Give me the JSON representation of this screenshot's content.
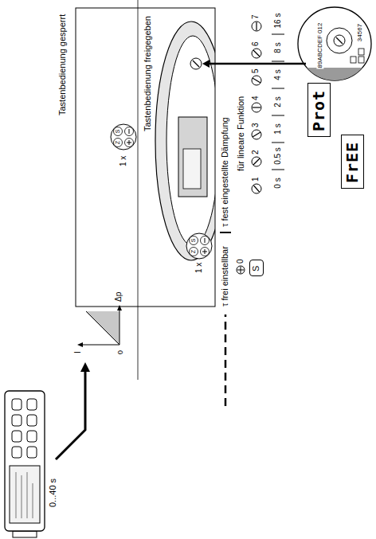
{
  "diagram": {
    "nodes": [
      {
        "text": [
          "Prot"
        ]
      },
      {
        "text": [
          "FrEE"
        ]
      },
      {
        "text": [
          "S"
        ]
      }
    ],
    "labels": [
      "Tastenbedienung gesperrt",
      "1 x",
      "Z",
      "S",
      "Tastenbedienung freigegeben",
      "1 x",
      "Z",
      "S",
      "0...40 s",
      "I",
      "0",
      "Δp",
      "τ frei einstellbar",
      "τ fest eingestellte Dämpfung",
      "0",
      "für lineare Funktion",
      "1",
      "2",
      "3",
      "4",
      "5",
      "6",
      "7",
      "0 s",
      "0.5 s",
      "1 s",
      "2 s",
      "4 s",
      "8 s",
      "16 s",
      "89ABCDEF 012",
      "34567"
    ]
  }
}
